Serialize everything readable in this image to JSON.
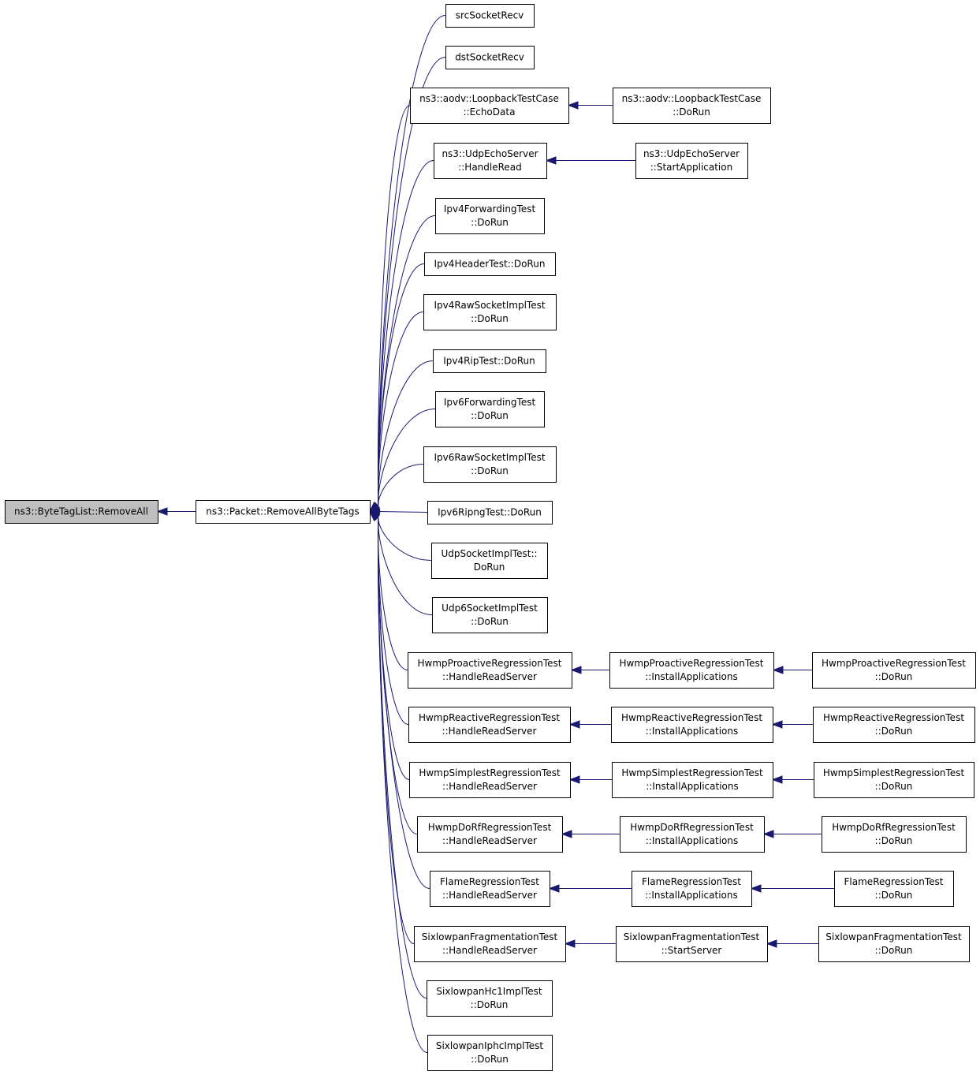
{
  "diagram": {
    "colors": {
      "edge": "#191970",
      "node_border": "#000000",
      "node_fill": "#ffffff",
      "root_fill": "#bfbfbf"
    },
    "nodes": [
      {
        "id": "n0",
        "lines": [
          "ns3::ByteTagList::RemoveAll"
        ],
        "root": true
      },
      {
        "id": "n1",
        "lines": [
          "ns3::Packet::RemoveAllByteTags"
        ]
      },
      {
        "id": "n2",
        "lines": [
          "srcSocketRecv"
        ]
      },
      {
        "id": "n3",
        "lines": [
          "dstSocketRecv"
        ]
      },
      {
        "id": "n4",
        "lines": [
          "ns3::aodv::LoopbackTestCase",
          "::EchoData"
        ]
      },
      {
        "id": "n5",
        "lines": [
          "ns3::aodv::LoopbackTestCase",
          "::DoRun"
        ]
      },
      {
        "id": "n6",
        "lines": [
          "ns3::UdpEchoServer",
          "::HandleRead"
        ]
      },
      {
        "id": "n7",
        "lines": [
          "ns3::UdpEchoServer",
          "::StartApplication"
        ]
      },
      {
        "id": "n8",
        "lines": [
          "Ipv4ForwardingTest",
          "::DoRun"
        ]
      },
      {
        "id": "n9",
        "lines": [
          "Ipv4HeaderTest::DoRun"
        ]
      },
      {
        "id": "n10",
        "lines": [
          "Ipv4RawSocketImplTest",
          "::DoRun"
        ]
      },
      {
        "id": "n11",
        "lines": [
          "Ipv4RipTest::DoRun"
        ]
      },
      {
        "id": "n12",
        "lines": [
          "Ipv6ForwardingTest",
          "::DoRun"
        ]
      },
      {
        "id": "n13",
        "lines": [
          "Ipv6RawSocketImplTest",
          "::DoRun"
        ]
      },
      {
        "id": "n14",
        "lines": [
          "Ipv6RipngTest::DoRun"
        ]
      },
      {
        "id": "n15",
        "lines": [
          "UdpSocketImplTest::",
          "DoRun"
        ]
      },
      {
        "id": "n16",
        "lines": [
          "Udp6SocketImplTest",
          "::DoRun"
        ]
      },
      {
        "id": "n17",
        "lines": [
          "HwmpProactiveRegressionTest",
          "::HandleReadServer"
        ]
      },
      {
        "id": "n18",
        "lines": [
          "HwmpProactiveRegressionTest",
          "::InstallApplications"
        ]
      },
      {
        "id": "n19",
        "lines": [
          "HwmpProactiveRegressionTest",
          "::DoRun"
        ]
      },
      {
        "id": "n20",
        "lines": [
          "HwmpReactiveRegressionTest",
          "::HandleReadServer"
        ]
      },
      {
        "id": "n21",
        "lines": [
          "HwmpReactiveRegressionTest",
          "::InstallApplications"
        ]
      },
      {
        "id": "n22",
        "lines": [
          "HwmpReactiveRegressionTest",
          "::DoRun"
        ]
      },
      {
        "id": "n23",
        "lines": [
          "HwmpSimplestRegressionTest",
          "::HandleReadServer"
        ]
      },
      {
        "id": "n24",
        "lines": [
          "HwmpSimplestRegressionTest",
          "::InstallApplications"
        ]
      },
      {
        "id": "n25",
        "lines": [
          "HwmpSimplestRegressionTest",
          "::DoRun"
        ]
      },
      {
        "id": "n26",
        "lines": [
          "HwmpDoRfRegressionTest",
          "::HandleReadServer"
        ]
      },
      {
        "id": "n27",
        "lines": [
          "HwmpDoRfRegressionTest",
          "::InstallApplications"
        ]
      },
      {
        "id": "n28",
        "lines": [
          "HwmpDoRfRegressionTest",
          "::DoRun"
        ]
      },
      {
        "id": "n29",
        "lines": [
          "FlameRegressionTest",
          "::HandleReadServer"
        ]
      },
      {
        "id": "n30",
        "lines": [
          "FlameRegressionTest",
          "::InstallApplications"
        ]
      },
      {
        "id": "n31",
        "lines": [
          "FlameRegressionTest",
          "::DoRun"
        ]
      },
      {
        "id": "n32",
        "lines": [
          "SixlowpanFragmentationTest",
          "::HandleReadServer"
        ]
      },
      {
        "id": "n33",
        "lines": [
          "SixlowpanFragmentationTest",
          "::StartServer"
        ]
      },
      {
        "id": "n34",
        "lines": [
          "SixlowpanFragmentationTest",
          "::DoRun"
        ]
      },
      {
        "id": "n35",
        "lines": [
          "SixlowpanHc1ImplTest",
          "::DoRun"
        ]
      },
      {
        "id": "n36",
        "lines": [
          "SixlowpanIphcImplTest",
          "::DoRun"
        ]
      }
    ],
    "edges": [
      [
        "n1",
        "n0"
      ],
      [
        "n2",
        "n1"
      ],
      [
        "n3",
        "n1"
      ],
      [
        "n4",
        "n1"
      ],
      [
        "n6",
        "n1"
      ],
      [
        "n8",
        "n1"
      ],
      [
        "n9",
        "n1"
      ],
      [
        "n10",
        "n1"
      ],
      [
        "n11",
        "n1"
      ],
      [
        "n12",
        "n1"
      ],
      [
        "n13",
        "n1"
      ],
      [
        "n14",
        "n1"
      ],
      [
        "n15",
        "n1"
      ],
      [
        "n16",
        "n1"
      ],
      [
        "n17",
        "n1"
      ],
      [
        "n20",
        "n1"
      ],
      [
        "n23",
        "n1"
      ],
      [
        "n26",
        "n1"
      ],
      [
        "n29",
        "n1"
      ],
      [
        "n32",
        "n1"
      ],
      [
        "n35",
        "n1"
      ],
      [
        "n36",
        "n1"
      ],
      [
        "n5",
        "n4"
      ],
      [
        "n7",
        "n6"
      ],
      [
        "n18",
        "n17"
      ],
      [
        "n19",
        "n18"
      ],
      [
        "n21",
        "n20"
      ],
      [
        "n22",
        "n21"
      ],
      [
        "n24",
        "n23"
      ],
      [
        "n25",
        "n24"
      ],
      [
        "n27",
        "n26"
      ],
      [
        "n28",
        "n27"
      ],
      [
        "n30",
        "n29"
      ],
      [
        "n31",
        "n30"
      ],
      [
        "n33",
        "n32"
      ],
      [
        "n34",
        "n33"
      ]
    ]
  }
}
